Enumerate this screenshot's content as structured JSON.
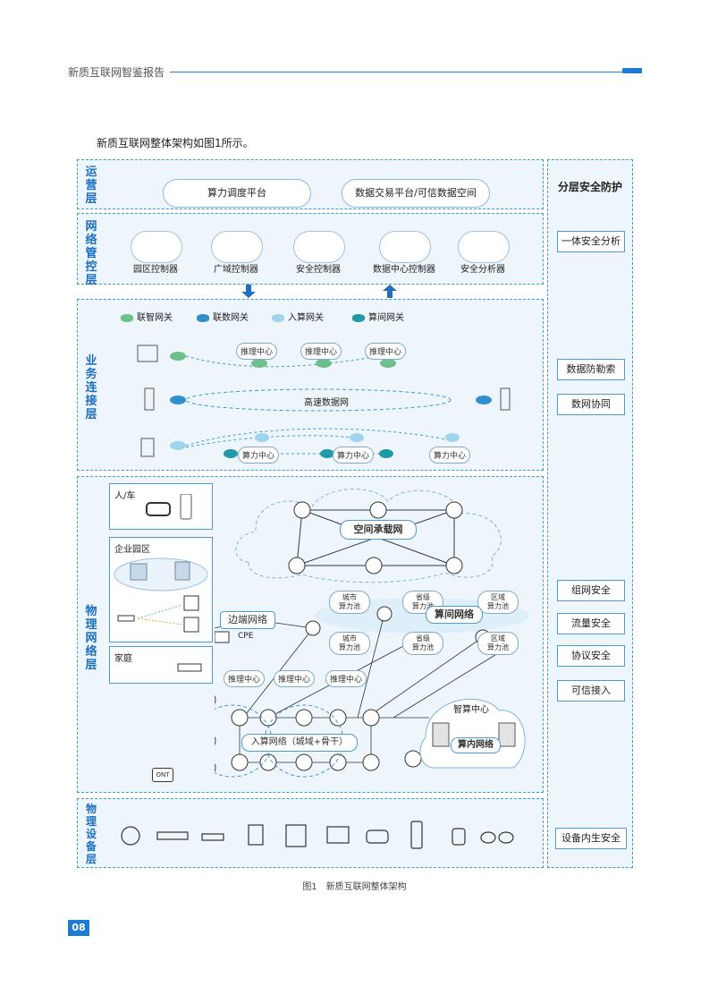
{
  "header": {
    "title": "新质互联网智鉴报告"
  },
  "intro": "新质互联网整体架构如图1所示。",
  "layers": {
    "ops": "运营层",
    "netctrl": "网络管控层",
    "service": "业务连接层",
    "physical": "物理网络层",
    "device": "物理设备层"
  },
  "ops": {
    "platform1": "算力调度平台",
    "platform2": "数据交易平台/可信数据空间"
  },
  "controllers": [
    "园区控制器",
    "广域控制器",
    "安全控制器",
    "数据中心控制器",
    "安全分析器"
  ],
  "gateways": [
    "联智网关",
    "联数网关",
    "入算网关",
    "算间网关"
  ],
  "service": {
    "inference": [
      "推理中心",
      "推理中心",
      "推理中心"
    ],
    "hsdn": "高速数据网",
    "compute": [
      "算力中心",
      "算力中心",
      "算力中心"
    ]
  },
  "physical": {
    "people_car": "人/车",
    "enterprise": "企业园区",
    "home": "家庭",
    "edge": "边端网络",
    "cpe": "CPE",
    "space": "空间承载网",
    "inter_compute": "算间网络",
    "city_pool": "城市\n算力池",
    "prov_pool": "省级\n算力池",
    "region_pool": "区域\n算力池",
    "inference": [
      "推理中心",
      "推理中心",
      "推理中心"
    ],
    "access_net": "入算网络（城域+骨干）",
    "smart_center": "智算中心",
    "intra_net": "算内网络",
    "ont": "ONT"
  },
  "security": {
    "title": "分层安全防护",
    "items": [
      "一体安全分析",
      "数据防勒索",
      "数网协同",
      "组网安全",
      "流量安全",
      "协议安全",
      "可信接入",
      "设备内生安全"
    ]
  },
  "caption": "图1　新质互联网整体架构",
  "page_number": "08",
  "colors": {
    "accent": "#1f7ad1",
    "panel_bg": "#eef6fc",
    "border": "#3d9bd6",
    "gw1": "#6cc08b",
    "gw2": "#2f8fcf",
    "gw3": "#9fd4ec",
    "gw4": "#1f9aa6"
  }
}
